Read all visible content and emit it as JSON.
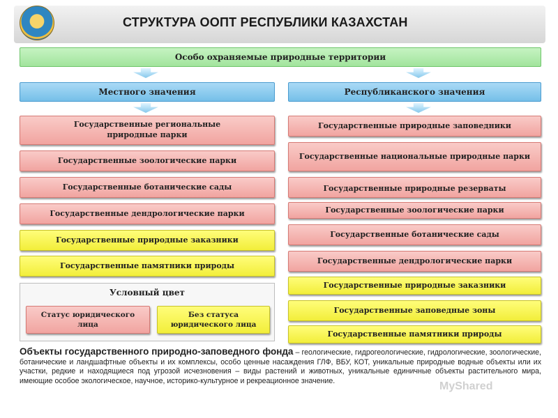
{
  "header": {
    "title": "СТРУКТУРА ООПТ РЕСПУБЛИКИ КАЗАХСТАН",
    "emblem_icon": "state-emblem-icon"
  },
  "top": "Особо охраняемые природные территории",
  "local": {
    "heading": "Местного значения",
    "items": [
      "Государственные региональные природные парки",
      "Государственные зоологические парки",
      "Государственные ботанические сады",
      "Государственные дендрологические парки",
      "Государственные природные заказники",
      "Государственные памятники природы"
    ]
  },
  "republican": {
    "heading": "Республиканского значения",
    "items": [
      "Государственные природные заповедники",
      "Государственные национальные природные парки",
      "Государственные природные резерваты",
      "Государственные зоологические парки",
      "Государственные ботанические сады",
      "Государственные дендрологические парки",
      "Государственные природные заказники",
      "Государственные заповедные зоны",
      "Государственные памятники природы"
    ]
  },
  "legend": {
    "title": "Условный цвет",
    "pink_label": "Статус юридического лица",
    "yellow_label": "Без статуса юридического лица"
  },
  "note": {
    "lead": "Объекты государственного природно-заповедного фонда",
    "body": " – геологические, гидрогеологические, гидрологические, зоологические, ботанические и ландшафтные объекты и их комплексы, особо ценные насаждения ГЛФ, ВБУ, КОТ, уникальные природные водные объекты или их участки, редкие и находящиеся под угрозой исчезновения – виды растений и животных, уникальные единичные объекты растительного мира, имеющие особое экологическое, научное, историко-культурное и рекреационное значение."
  },
  "watermark": "MyShared",
  "colors": {
    "with_legal_status": "#f4b3af",
    "without_legal_status": "#f7f34e",
    "territory_header": "#b6eeb1",
    "category_header": "#8ecdf0"
  }
}
